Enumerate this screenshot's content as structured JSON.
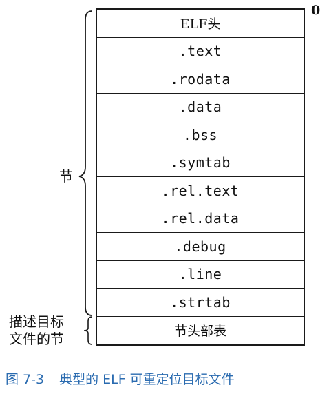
{
  "offset_label": "0",
  "sections": [
    {
      "label": "ELF头"
    },
    {
      "label": ".text"
    },
    {
      "label": ".rodata"
    },
    {
      "label": ".data"
    },
    {
      "label": ".bss"
    },
    {
      "label": ".symtab"
    },
    {
      "label": ".rel.text"
    },
    {
      "label": ".rel.data"
    },
    {
      "label": ".debug"
    },
    {
      "label": ".line"
    },
    {
      "label": ".strtab"
    },
    {
      "label": "节头部表"
    }
  ],
  "groups": {
    "sections_label": "节",
    "descriptor_label_line1": "描述目标",
    "descriptor_label_line2": "文件的节"
  },
  "caption": {
    "number": "图 7-3",
    "title": "典型的 ELF 可重定位目标文件"
  }
}
